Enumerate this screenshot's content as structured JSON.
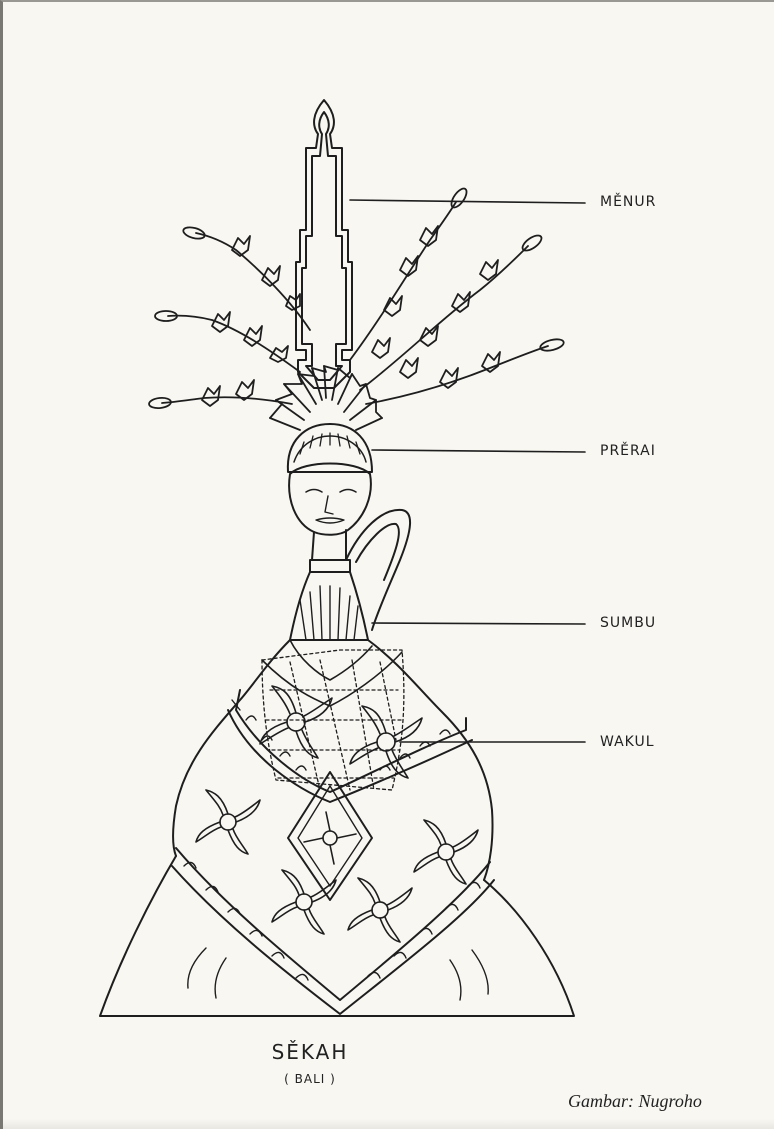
{
  "labels": {
    "menur": "MĚNUR",
    "prerai": "PRĚRAI",
    "sumbu": "SUMBU",
    "wakul": "WAKUL"
  },
  "caption": {
    "title": "SĚKAH",
    "subtitle": "( BALI )"
  },
  "credit": "Gambar: Nugroho",
  "colors": {
    "paper": "#f8f7f2",
    "ink": "#1e1e1e"
  }
}
